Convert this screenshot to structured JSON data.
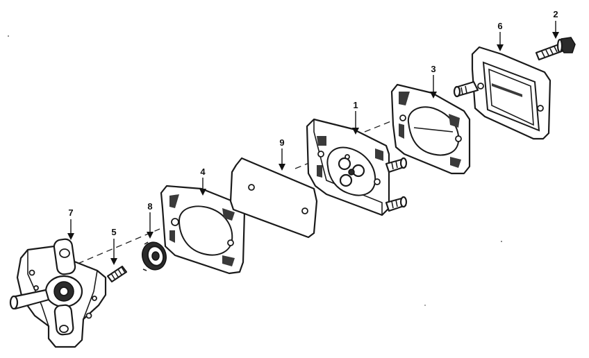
{
  "callouts": {
    "part_1": "1",
    "part_2": "2",
    "part_3": "3",
    "part_4": "4",
    "part_5": "5",
    "part_6": "6",
    "part_7": "7",
    "part_8": "8",
    "part_9": "9"
  },
  "colors": {
    "line": "#1a1a1a",
    "background": "#ffffff"
  }
}
